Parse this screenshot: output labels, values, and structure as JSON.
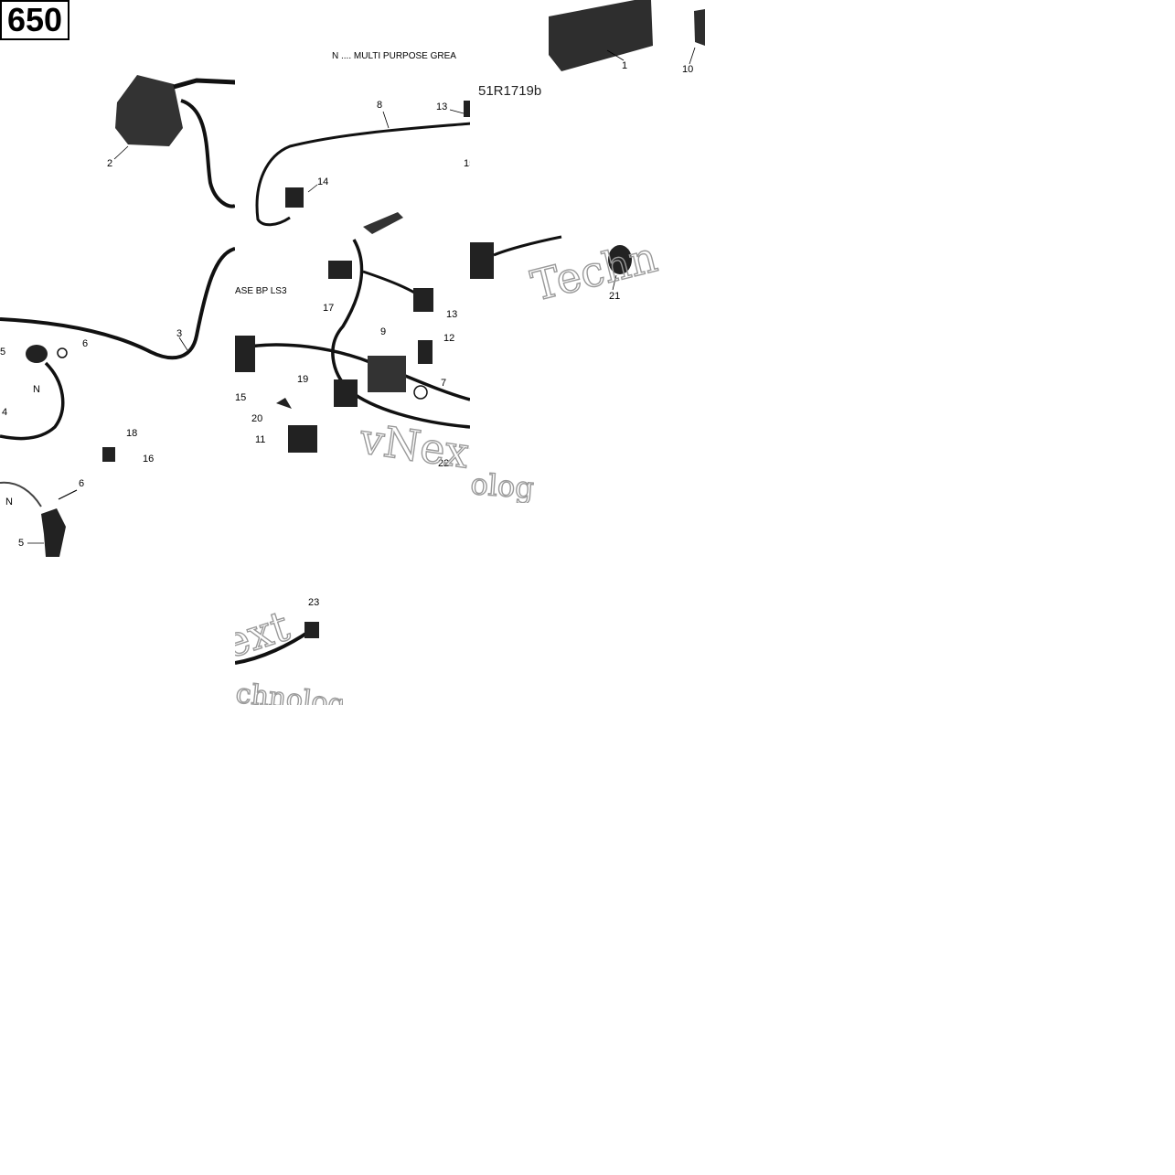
{
  "badge": "650",
  "diagram_ref": "51R1719b",
  "notes": {
    "grease_top": "N .... MULTI PURPOSE GREA",
    "grease_mid": "ASE BP LS3",
    "n_label_a": "N",
    "n_label_b": "N"
  },
  "callouts": [
    "1",
    "2",
    "3",
    "4",
    "5",
    "6",
    "7",
    "8",
    "9",
    "10",
    "11",
    "12",
    "13",
    "14",
    "15",
    "16",
    "17",
    "18",
    "19",
    "20",
    "21",
    "22",
    "23"
  ],
  "watermark": {
    "word_a": "Techn",
    "word_b": "vNext Te",
    "word_c": "olog",
    "word_d": "ext",
    "word_e": "chnolog"
  }
}
